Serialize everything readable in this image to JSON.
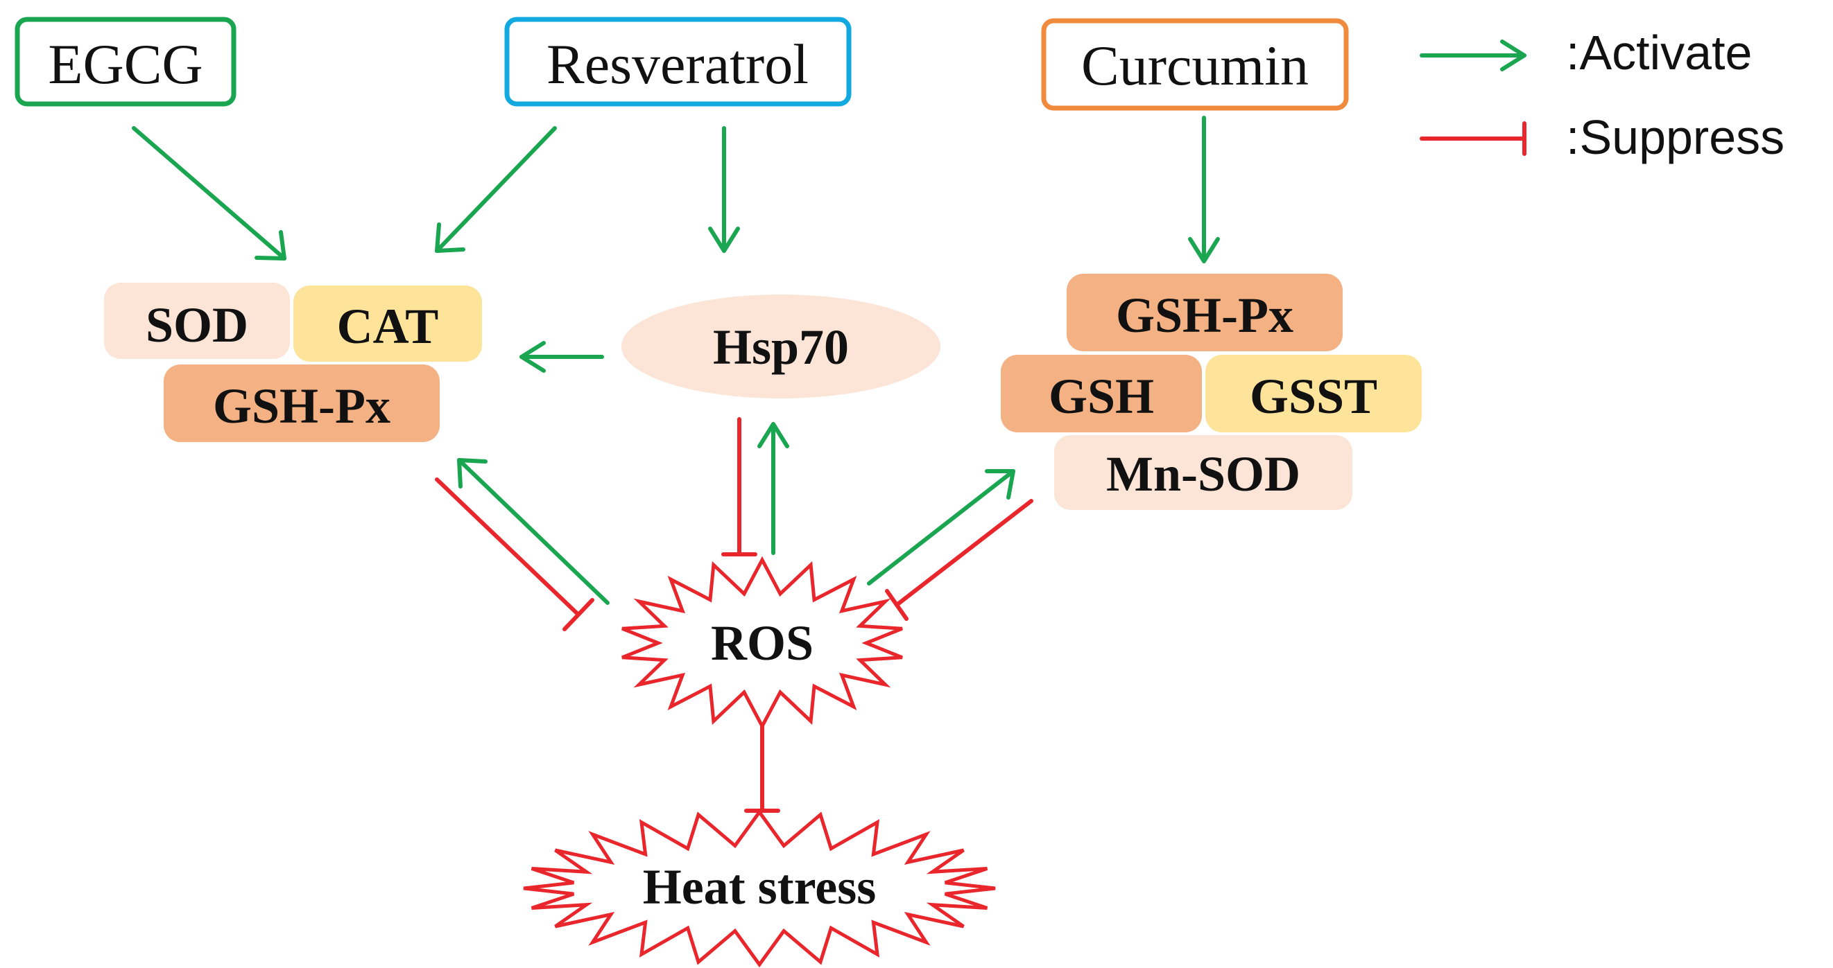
{
  "colors": {
    "activate": "#1aa550",
    "suppress": "#e8262b",
    "egcg_border": "#1aa550",
    "resveratrol_border": "#12a9e0",
    "curcumin_border": "#f08a3c",
    "peach": "#fce4d6",
    "yellow": "#fde49a",
    "orange": "#f4b183",
    "ellipse": "#fce4d6"
  },
  "compounds": {
    "egcg": "EGCG",
    "resveratrol": "Resveratrol",
    "curcumin": "Curcumin"
  },
  "left_enzymes": {
    "sod": "SOD",
    "cat": "CAT",
    "gsh_px": "GSH-Px"
  },
  "hsp70": "Hsp70",
  "right_enzymes": {
    "gsh_px": "GSH-Px",
    "gsh": "GSH",
    "gsst": "GSST",
    "mn_sod": "Mn-SOD"
  },
  "ros": "ROS",
  "heat_stress": "Heat stress",
  "legend": {
    "activate": ":Activate",
    "suppress": ":Suppress"
  }
}
